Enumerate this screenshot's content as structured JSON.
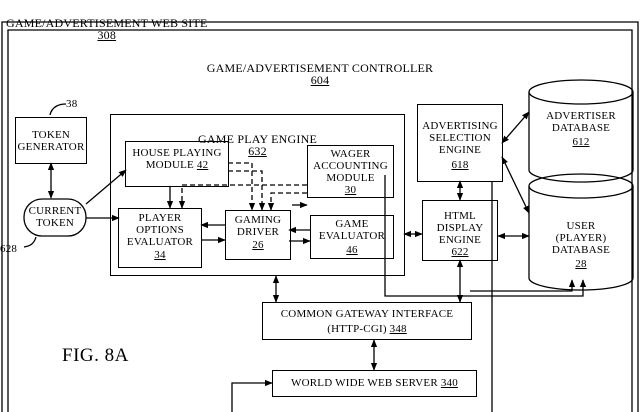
{
  "outer": {
    "title": "GAME/ADVERTISEMENT WEB SITE",
    "ref": "308"
  },
  "controller": {
    "title": "GAME/ADVERTISEMENT CONTROLLER",
    "ref": "604"
  },
  "token_generator": {
    "label": "TOKEN\nGENERATOR",
    "ref": "38"
  },
  "current_token": {
    "label": "CURRENT\nTOKEN",
    "ref": "628"
  },
  "game_play_engine": {
    "title": "GAME PLAY ENGINE",
    "ref": "632"
  },
  "house_playing": {
    "label": "HOUSE PLAYING\nMODULE",
    "ref": "42"
  },
  "wager_accounting": {
    "label": "WAGER\nACCOUNTING\nMODULE",
    "ref": "30"
  },
  "player_options": {
    "label": "PLAYER\nOPTIONS\nEVALUATOR",
    "ref": "34"
  },
  "gaming_driver": {
    "label": "GAMING\nDRIVER",
    "ref": "26"
  },
  "game_evaluator": {
    "label": "GAME\nEVALUATOR",
    "ref": "46"
  },
  "ad_selection": {
    "label": "ADVERTISING\nSELECTION\nENGINE",
    "ref": "618"
  },
  "html_display": {
    "label": "HTML\nDISPLAY\nENGINE",
    "ref": "622"
  },
  "advertiser_db": {
    "label": "ADVERTISER\nDATABASE",
    "ref": "612"
  },
  "user_db": {
    "label": "USER\n(PLAYER)\nDATABASE",
    "ref": "28"
  },
  "cgi": {
    "label": "COMMON GATEWAY INTERFACE",
    "sub": "(HTTP-CGI)",
    "ref": "348"
  },
  "web_server": {
    "label": "WORLD WIDE WEB SERVER",
    "ref": "340"
  },
  "figure": {
    "label": "FIG. 8A"
  }
}
